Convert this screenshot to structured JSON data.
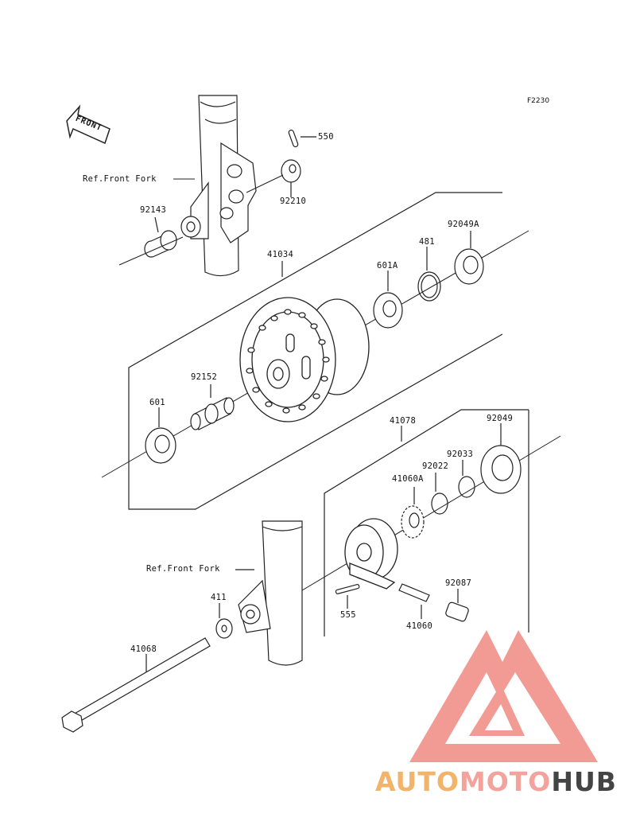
{
  "diagram_code": "F2230",
  "front_label": "FRONT",
  "ref_labels": [
    "Ref.Front Fork",
    "Ref.Front Fork"
  ],
  "parts": {
    "p550": "550",
    "p92210": "92210",
    "p92143": "92143",
    "p41034": "41034",
    "p601A": "601A",
    "p481": "481",
    "p92049A": "92049A",
    "p92152": "92152",
    "p601": "601",
    "p41078": "41078",
    "p92049": "92049",
    "p92033": "92033",
    "p92022": "92022",
    "p41060A": "41060A",
    "p411": "411",
    "p555": "555",
    "p92087": "92087",
    "p41060": "41060",
    "p41068": "41068"
  },
  "watermark": {
    "part1": "AUTO",
    "part2": "MOTO",
    "part3": "HUB",
    "colors": {
      "auto": "#f2b36a",
      "moto": "#f3a39c",
      "hub": "#444444",
      "logo": "#f08a82"
    }
  }
}
